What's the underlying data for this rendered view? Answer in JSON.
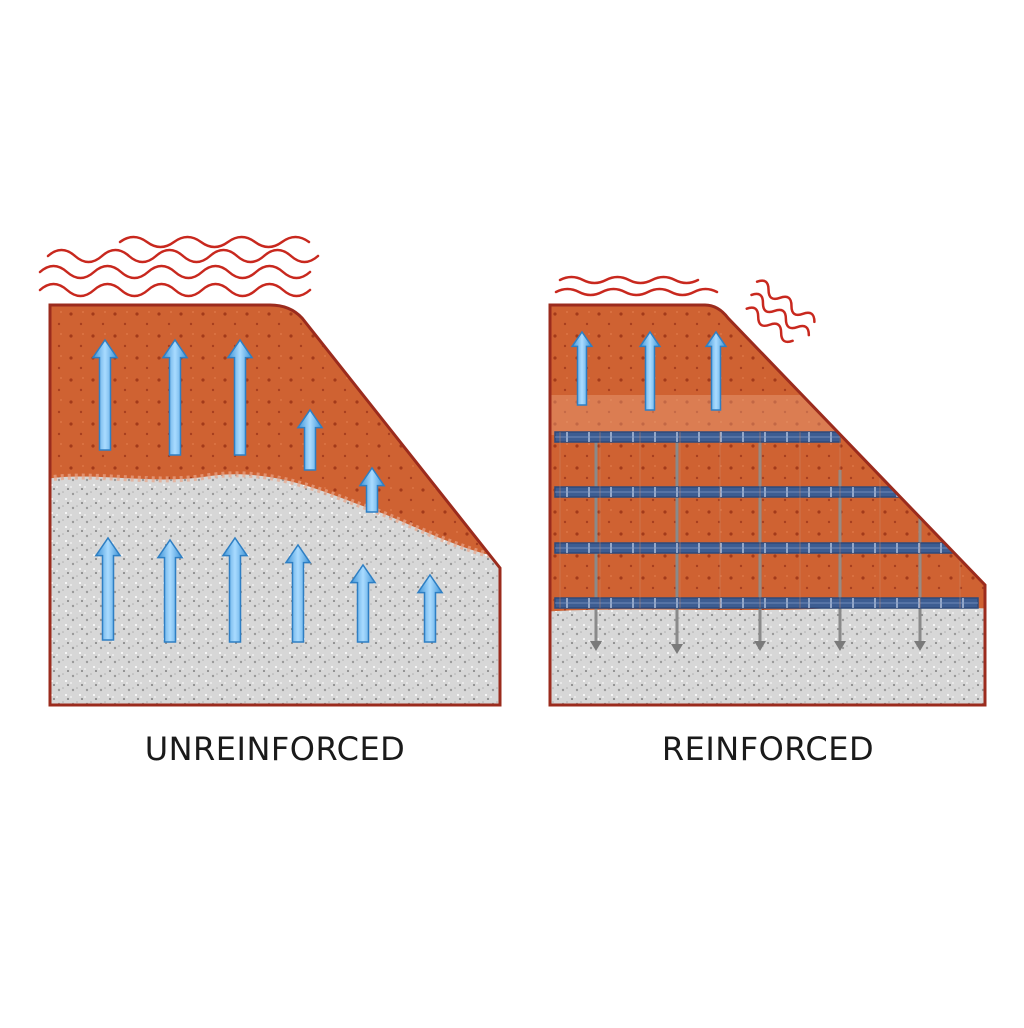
{
  "panels": [
    {
      "id": "left",
      "caption": "UNREINFORCED"
    },
    {
      "id": "right",
      "caption": "REINFORCED"
    }
  ],
  "colors": {
    "soil": "#cf6232",
    "soil_dark": "#b24a22",
    "gravel": "#d7d7d7",
    "outline": "#9b2b1d",
    "arrow": "#6ab8ec",
    "wave": "#c8281e",
    "geogrid": "#2f4a7a",
    "anchor": "#8a8a8a"
  },
  "icons": [
    "wave-icon",
    "arrow-up-icon",
    "geogrid-layer",
    "soil-anchor"
  ]
}
